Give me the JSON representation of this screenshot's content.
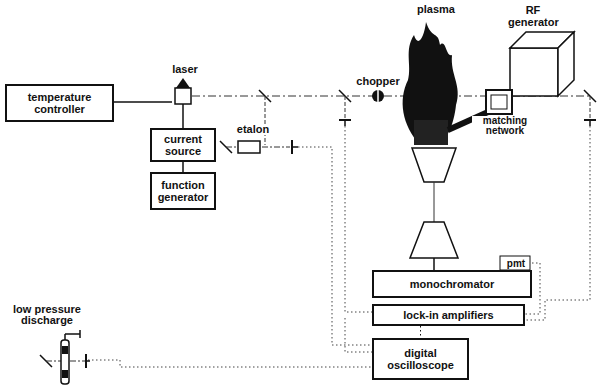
{
  "diagram": {
    "nodes": [
      {
        "text": [
          "temperature controller"
        ]
      },
      {
        "text": [
          "current source"
        ]
      },
      {
        "text": [
          "function generator"
        ]
      },
      {
        "text": [
          "RF generator"
        ]
      },
      {
        "text": [
          "matching network"
        ]
      },
      {
        "text": [
          "monochromator"
        ]
      },
      {
        "text": [
          "lock-in amplifiers"
        ]
      },
      {
        "text": [
          "digital oscilloscope"
        ]
      }
    ],
    "edges": [
      {
        "from": 1,
        "to": 2,
        "arrow": "none"
      },
      {
        "from": 6,
        "to": 7,
        "arrow": "none"
      }
    ],
    "labels": [
      "laser",
      "etalon",
      "chopper",
      "plasma",
      "pmt",
      "low pressure discharge"
    ]
  }
}
